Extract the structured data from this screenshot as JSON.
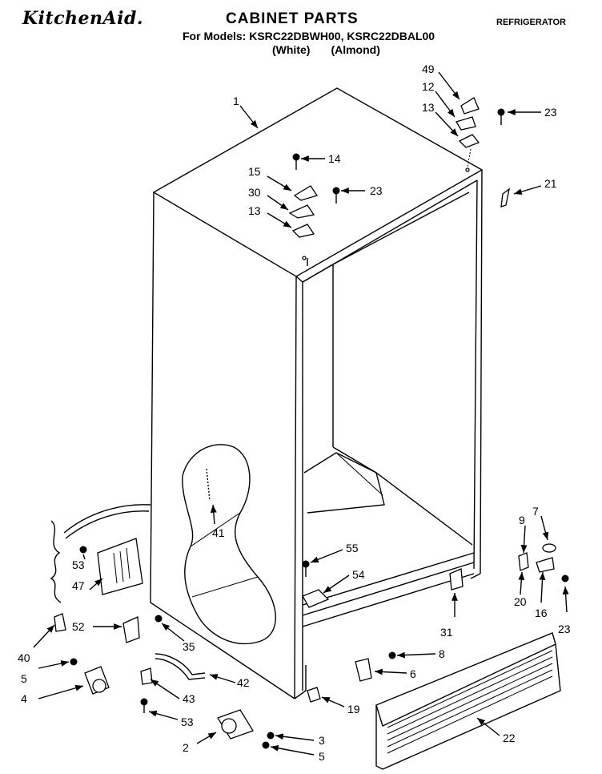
{
  "header": {
    "brand": "KitchenAid.",
    "title": "CABINET PARTS",
    "models": "For Models: KSRC22DBWH00, KSRC22DBAL00",
    "color_1": "(White)",
    "color_2": "(Almond)",
    "category": "REFRIGERATOR"
  },
  "callouts": [
    {
      "id": "c1",
      "label": "1"
    },
    {
      "id": "c49",
      "label": "49"
    },
    {
      "id": "c12",
      "label": "12"
    },
    {
      "id": "c13a",
      "label": "13"
    },
    {
      "id": "c23a",
      "label": "23"
    },
    {
      "id": "c14",
      "label": "14"
    },
    {
      "id": "c15",
      "label": "15"
    },
    {
      "id": "c30",
      "label": "30"
    },
    {
      "id": "c23b",
      "label": "23"
    },
    {
      "id": "c13b",
      "label": "13"
    },
    {
      "id": "c21",
      "label": "21"
    },
    {
      "id": "c41",
      "label": "41"
    },
    {
      "id": "c55",
      "label": "55"
    },
    {
      "id": "c54",
      "label": "54"
    },
    {
      "id": "c9",
      "label": "9"
    },
    {
      "id": "c7",
      "label": "7"
    },
    {
      "id": "c20",
      "label": "20"
    },
    {
      "id": "c16",
      "label": "16"
    },
    {
      "id": "c23c",
      "label": "23"
    },
    {
      "id": "c31",
      "label": "31"
    },
    {
      "id": "c53a",
      "label": "53"
    },
    {
      "id": "c47",
      "label": "47"
    },
    {
      "id": "c40",
      "label": "40"
    },
    {
      "id": "c52",
      "label": "52"
    },
    {
      "id": "c35",
      "label": "35"
    },
    {
      "id": "c5a",
      "label": "5"
    },
    {
      "id": "c4",
      "label": "4"
    },
    {
      "id": "c43",
      "label": "43"
    },
    {
      "id": "c42",
      "label": "42"
    },
    {
      "id": "c53b",
      "label": "53"
    },
    {
      "id": "c8",
      "label": "8"
    },
    {
      "id": "c6",
      "label": "6"
    },
    {
      "id": "c19",
      "label": "19"
    },
    {
      "id": "c22",
      "label": "22"
    },
    {
      "id": "c2",
      "label": "2"
    },
    {
      "id": "c3",
      "label": "3"
    },
    {
      "id": "c5b",
      "label": "5"
    }
  ]
}
